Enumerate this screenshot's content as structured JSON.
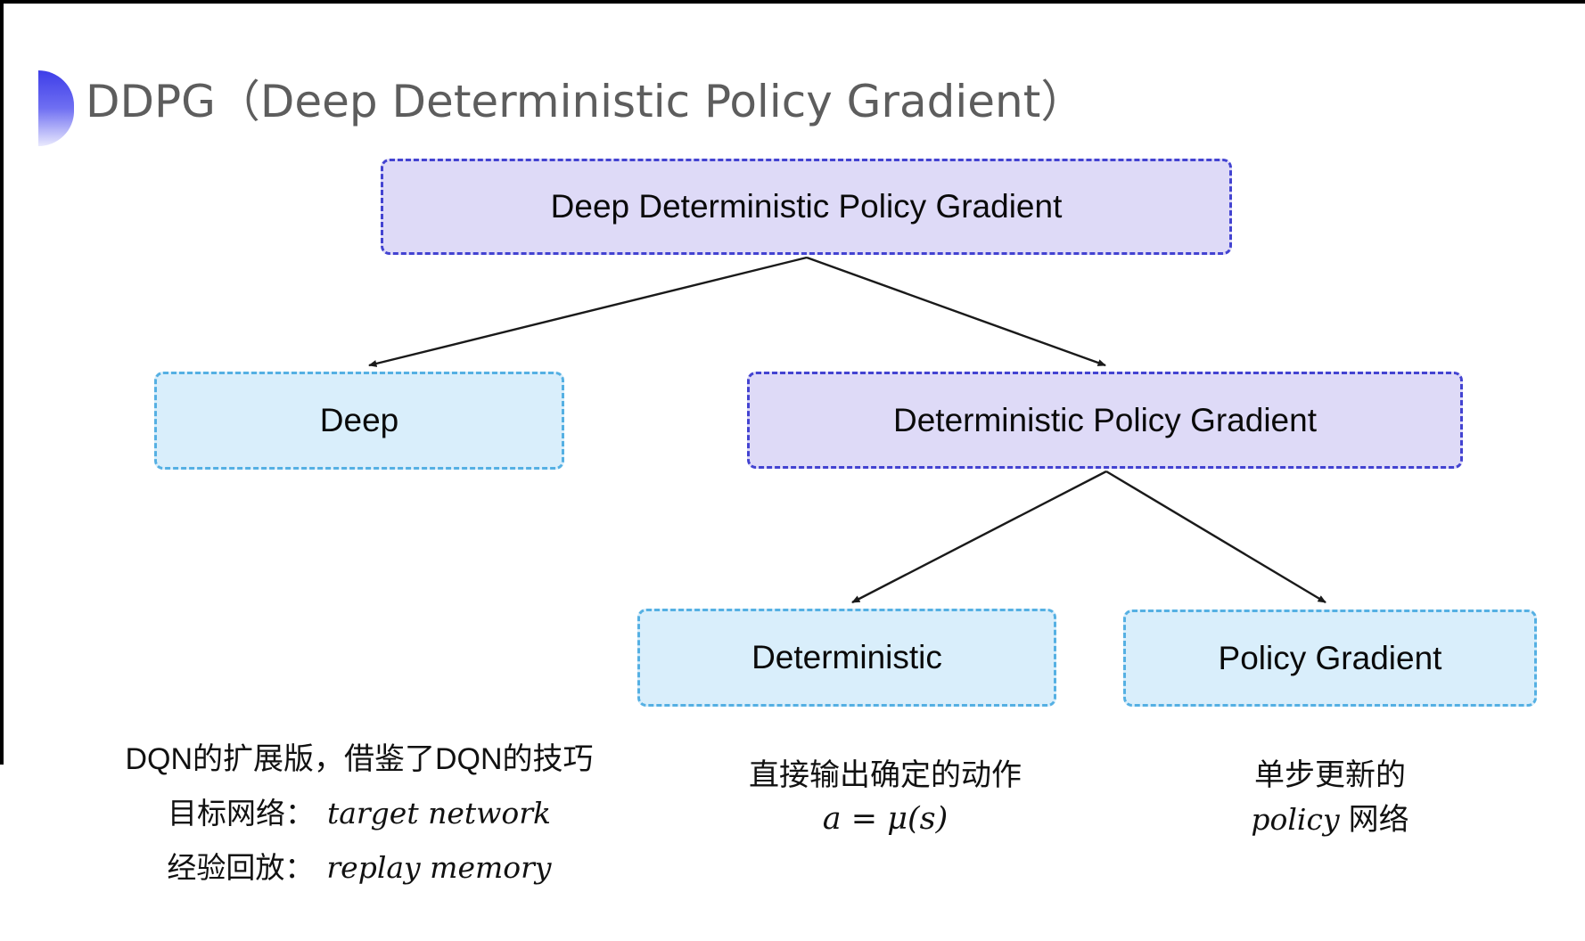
{
  "title": {
    "text": "DDPG（Deep Deterministic Policy Gradient）"
  },
  "tree": {
    "root": {
      "label": "Deep Deterministic Policy Gradient"
    },
    "children": [
      {
        "label": "Deep"
      },
      {
        "label": "Deterministic Policy Gradient"
      }
    ],
    "grandchildren": [
      {
        "label": "Deterministic"
      },
      {
        "label": "Policy Gradient"
      }
    ]
  },
  "notes": {
    "deep": {
      "line1": "DQN的扩展版，借鉴了DQN的技巧",
      "target_label": "目标网络：",
      "target_value": "target network",
      "replay_label": "经验回放：",
      "replay_value": "replay memory"
    },
    "deterministic": {
      "line1": "直接输出确定的动作",
      "formula": "a = μ(s)"
    },
    "policy_gradient": {
      "line1": "单步更新的",
      "word_en": "policy",
      "word_zh": "网络"
    }
  },
  "colors": {
    "node_lavender_fill": "#dedaf7",
    "node_lavender_border": "#4343d1",
    "node_cyan_fill": "#d9eefb",
    "node_cyan_border": "#55b0e3",
    "title_text": "#5d5d5d",
    "node_text": "#0a0a0a",
    "arrow": "#1a1a1a",
    "bullet_top": "#3d3de8"
  }
}
